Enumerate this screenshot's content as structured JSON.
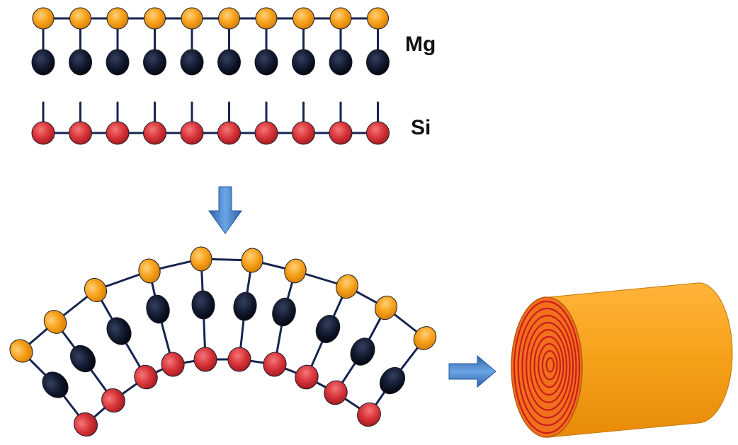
{
  "labels": {
    "mg": "Mg",
    "si": "Si"
  },
  "colors": {
    "orange_atom": "#f7a21b",
    "dark_atom": "#10182e",
    "red_atom": "#d9363a",
    "bond": "#16244f",
    "arrow": "#3f7fc8",
    "roll_body": "#f5a118",
    "roll_end": "#f0701c",
    "roll_spiral": "#cc1c1c"
  },
  "diagram": {
    "top_row_atoms": 10,
    "curved_sheet_columns": 10,
    "arrows": [
      "down-arrow",
      "right-arrow"
    ],
    "nanotube": "rolled-sheet-cylinder"
  }
}
